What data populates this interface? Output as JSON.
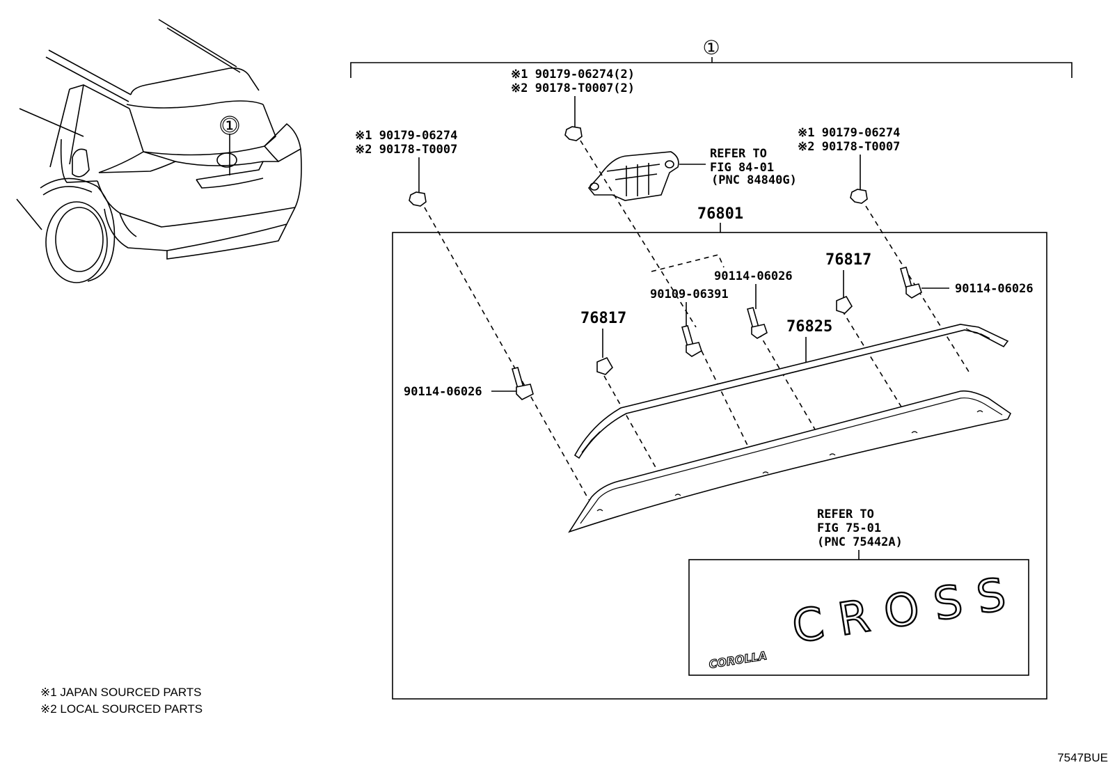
{
  "assembly_marker": "①",
  "vehicle_marker": "①",
  "callouts": {
    "top_center_nut": [
      "※1 90179-06274(2)",
      "※2 90178-T0007(2)"
    ],
    "left_nut": [
      "※1 90179-06274",
      "※2 90178-T0007"
    ],
    "right_nut": [
      "※1 90179-06274",
      "※2 90178-T0007"
    ],
    "refer_switch": [
      "REFER TO",
      "FIG 84-01",
      "(PNC 84840G)"
    ],
    "garnish": "76801",
    "screw_left": "90114-06026",
    "clip_left": "76817",
    "bolt_center": "90109-06391",
    "screw_center": "90114-06026",
    "clip_right": "76817",
    "molding": "76825",
    "screw_right": "90114-06026",
    "refer_emblem": [
      "REFER TO",
      "FIG 75-01",
      "(PNC 75442A)"
    ]
  },
  "emblem": {
    "main": "CROSS",
    "small": "COROLLA"
  },
  "legend": [
    "※1  JAPAN SOURCED PARTS",
    "※2  LOCAL SOURCED PARTS"
  ],
  "figure_code": "7547BUE"
}
